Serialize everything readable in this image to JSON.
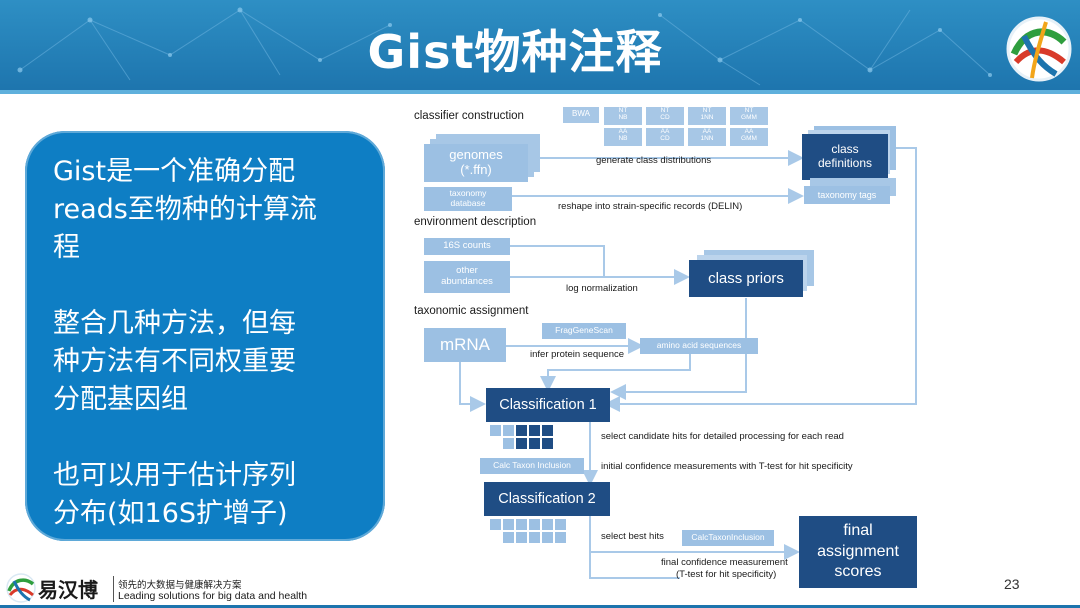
{
  "slide": {
    "title": "Gist物种注释",
    "page_number": "23"
  },
  "left_panel": {
    "lines": [
      "Gist是一个准确分配",
      "reads至物种的计算流",
      "程",
      "",
      "整合几种方法，但每",
      "种方法有不同权重要",
      "分配基因组",
      "",
      "也可以用于估计序列",
      "分布(如16S扩增子)"
    ]
  },
  "diagram": {
    "sections": {
      "classifier_construction": "classifier construction",
      "environment_description": "environment description",
      "taxonomic_assignment": "taxonomic assignment"
    },
    "method_boxes": [
      "BWA",
      "NT\nNB",
      "NT\nCD",
      "NT\n1NN",
      "NT\nGMM",
      "AA\nNB",
      "AA\nCD",
      "AA\n1NN",
      "AA\nGMM"
    ],
    "boxes": {
      "genomes": "genomes\n(*.ffn)",
      "taxonomy_database": "taxonomy\ndatabase",
      "class_definitions": "class\ndefinitions",
      "taxonomy_tags": "taxonomy tags",
      "counts_16s": "16S counts",
      "other_abundances": "other\nabundances",
      "class_priors": "class priors",
      "mrna": "mRNA",
      "fraggenescan": "FragGeneScan",
      "amino_acid_sequences": "amino acid sequences",
      "classification_1": "Classification 1",
      "calc_taxon_inclusion_1": "Calc Taxon Inclusion",
      "classification_2": "Classification 2",
      "calc_taxon_inclusion_2": "CalcTaxonInclusion",
      "final_scores": "final\nassignment\nscores"
    },
    "captions": {
      "generate_class_distributions": "generate class distributions",
      "reshape": "reshape into strain-specific records (DELIN)",
      "log_normalization": "log normalization",
      "infer_protein_sequence": "infer protein sequence",
      "select_candidate_hits": "select candidate hits for detailed processing for each read",
      "initial_confidence": "initial confidence measurements with T-test for hit specificity",
      "select_best_hits": "select best hits",
      "final_confidence_1": "final confidence measurement",
      "final_confidence_2": "(T-test for hit specificity)"
    }
  },
  "footer": {
    "company": "易汉博",
    "tagline_cn": "领先的大数据与健康解决方案",
    "tagline_en": "Leading solutions for big data and health"
  },
  "colors": {
    "banner": "#1d74ad",
    "panel": "#0e7ec4",
    "dark_box": "#1f4d84",
    "pale_box": "#9cc0e3",
    "arrow": "#a9c9e8"
  }
}
